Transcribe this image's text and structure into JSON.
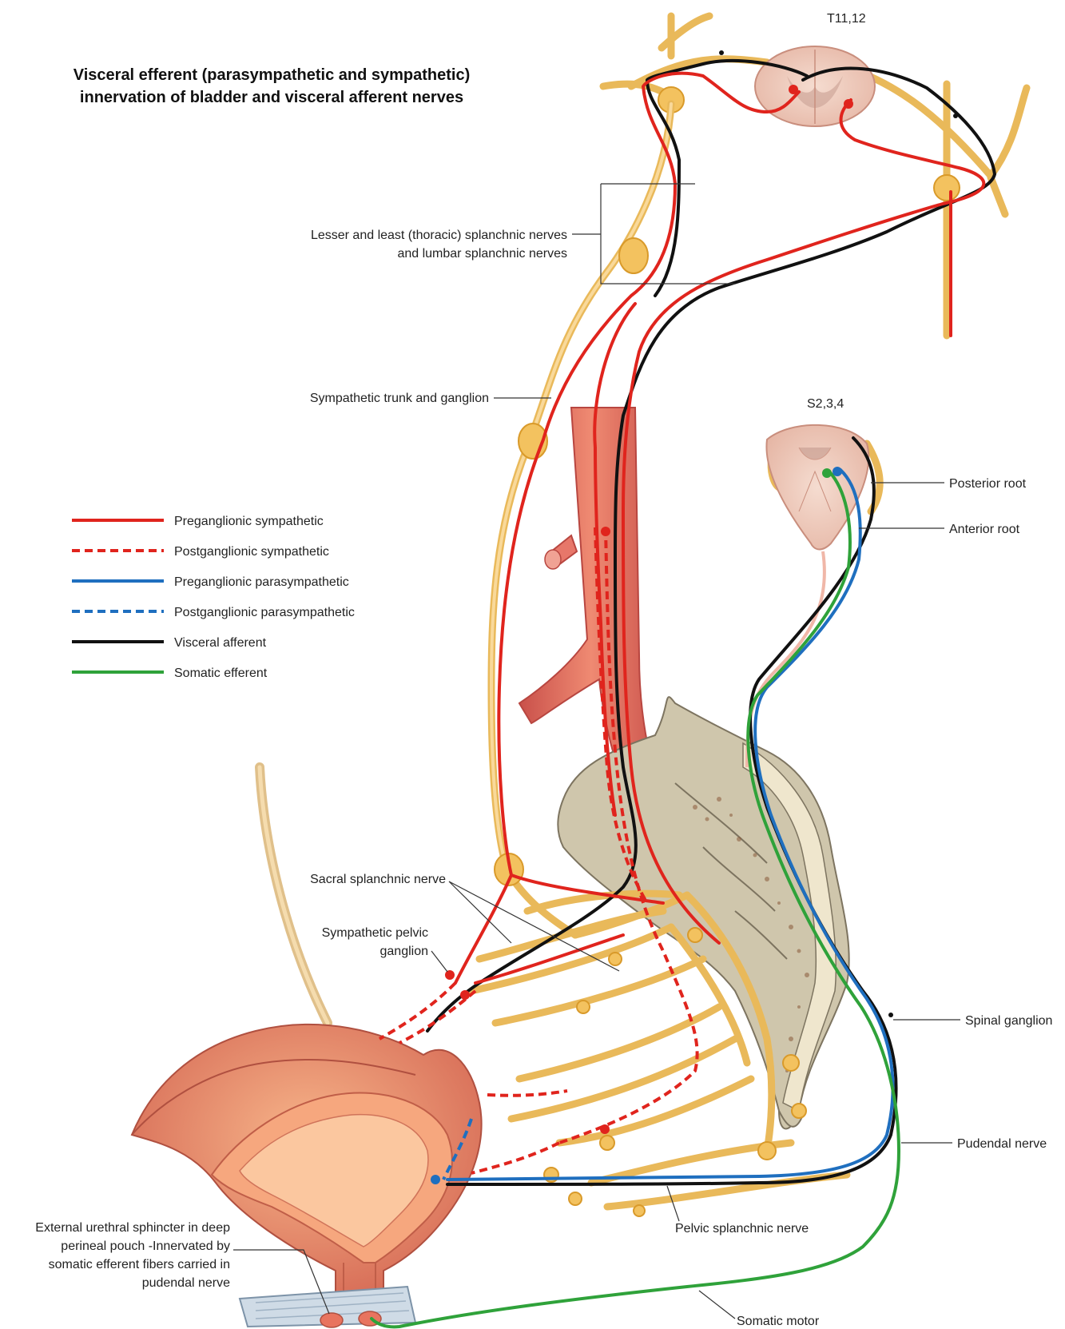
{
  "title": {
    "line1": "Visceral efferent (parasympathetic and sympathetic)",
    "line2": "innervation of bladder and visceral afferent nerves"
  },
  "level_labels": {
    "thoracic": "T11,12",
    "sacral": "S2,3,4"
  },
  "legend": [
    {
      "label": "Preganglionic sympathetic",
      "color": "#e0241d",
      "style": "solid"
    },
    {
      "label": "Postganglionic sympathetic",
      "color": "#e0241d",
      "style": "dashed"
    },
    {
      "label": "Preganglionic parasympathetic",
      "color": "#1f6fbf",
      "style": "solid"
    },
    {
      "label": "Postganglionic parasympathetic",
      "color": "#1f6fbf",
      "style": "dashed"
    },
    {
      "label": "Visceral afferent",
      "color": "#111111",
      "style": "solid"
    },
    {
      "label": "Somatic efferent",
      "color": "#2fa23a",
      "style": "solid"
    }
  ],
  "labels": {
    "splanchnic_line1": "Lesser and least (thoracic) splanchnic nerves",
    "splanchnic_line2": "and lumbar splanchnic nerves",
    "sympathetic_trunk": "Sympathetic trunk and ganglion",
    "posterior_root": "Posterior root",
    "anterior_root": "Anterior root",
    "sacral_splanchnic": "Sacral splanchnic nerve",
    "pelvic_ganglion_line1": "Sympathetic pelvic",
    "pelvic_ganglion_line2": "ganglion",
    "spinal_ganglion": "Spinal ganglion",
    "pudendal_nerve": "Pudendal nerve",
    "pelvic_splanchnic": "Pelvic splanchnic nerve",
    "somatic_motor": "Somatic motor",
    "sphincter_line1": "External urethral sphincter in deep",
    "sphincter_line2": "perineal pouch -Innervated by",
    "sphincter_line3": "somatic efferent fibers carried in",
    "sphincter_line4": "pudendal nerve"
  }
}
